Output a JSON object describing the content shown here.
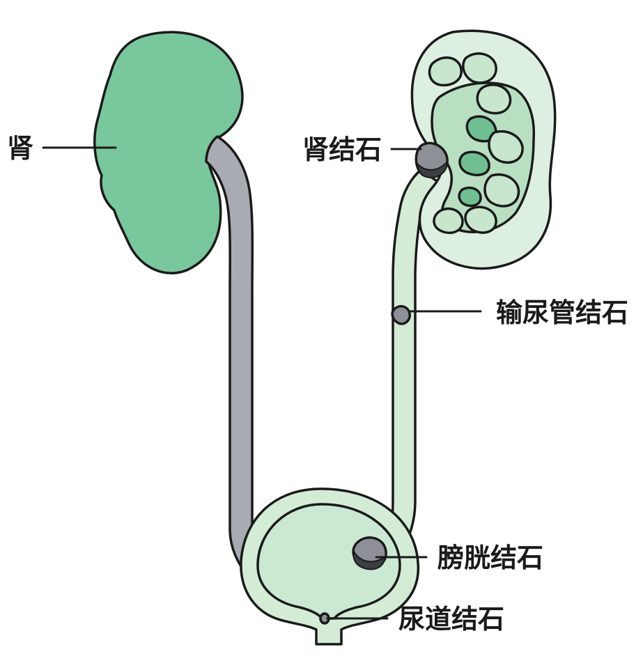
{
  "labels": {
    "kidney": "肾",
    "kidney_stone": "肾结石",
    "ureter_stone": "输尿管结石",
    "bladder_stone": "膀胱结石",
    "urethra_stone": "尿道结石"
  },
  "colors": {
    "kidney_solid": "#79c79c",
    "kidney_light": "#dcefe0",
    "kidney_inner": "#b8dfc2",
    "calyx": "#c8e6cd",
    "calyx_dark": "#6fbf92",
    "ureter_left": "#a9abb3",
    "ureter_right": "#d4ecd6",
    "bladder": "#cbe8d2",
    "stone": "#8d9097",
    "stone_dark": "#3c3e43",
    "outline": "#1a1a1a"
  }
}
